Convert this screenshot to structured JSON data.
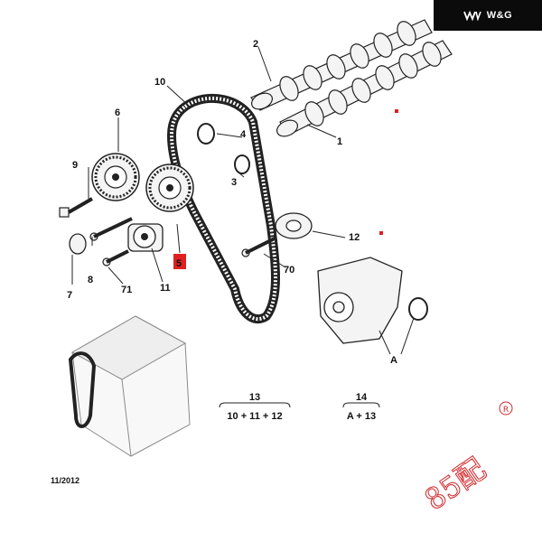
{
  "brand": {
    "name": "W&G"
  },
  "callouts": {
    "c1": "1",
    "c2": "2",
    "c3": "3",
    "c4": "4",
    "c5": "5",
    "c6": "6",
    "c7": "7",
    "c8": "8",
    "c9": "9",
    "c10": "10",
    "c11": "11",
    "c12": "12",
    "c70": "70",
    "c71": "71",
    "cA": "A"
  },
  "formulas": {
    "f13_num": "13",
    "f13_expr": "10 + 11 + 12",
    "f14_num": "14",
    "f14_expr": "A + 13"
  },
  "date_code": "11/2012",
  "watermark": {
    "text": "85配",
    "registered": "R"
  },
  "colors": {
    "highlight": "#e02020",
    "watermark": "#d0282a",
    "line": "#222222",
    "part_fill": "#f4f4f4"
  }
}
